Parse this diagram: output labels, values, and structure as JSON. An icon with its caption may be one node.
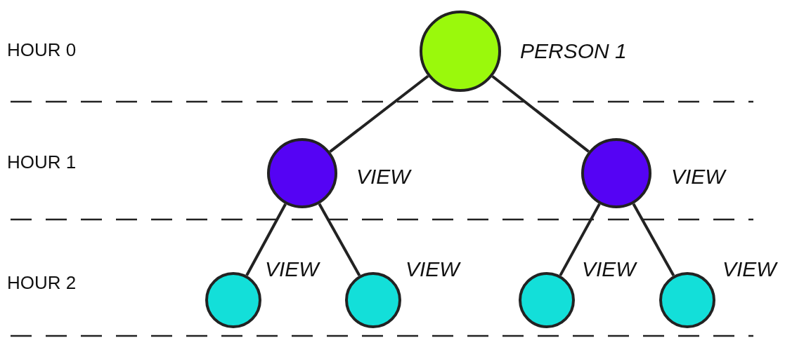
{
  "diagram": {
    "nodes": [
      {
        "text": [],
        "shape": "circle",
        "beside": [
          "PERSON 1"
        ]
      },
      {
        "text": [],
        "shape": "circle",
        "beside": [
          "VIEW"
        ]
      },
      {
        "text": [],
        "shape": "circle",
        "beside": [
          "VIEW"
        ]
      },
      {
        "text": [],
        "shape": "circle",
        "beside": [
          "VIEW"
        ]
      },
      {
        "text": [],
        "shape": "circle",
        "beside": [
          "VIEW"
        ]
      },
      {
        "text": [],
        "shape": "circle",
        "beside": [
          "VIEW"
        ]
      },
      {
        "text": [],
        "shape": "circle",
        "beside": [
          "VIEW"
        ]
      }
    ],
    "edges": [
      {
        "from": 0,
        "to": 1,
        "arrow": "none"
      },
      {
        "from": 0,
        "to": 2,
        "arrow": "none"
      },
      {
        "from": 1,
        "to": 3,
        "arrow": "none"
      },
      {
        "from": 1,
        "to": 4,
        "arrow": "none"
      },
      {
        "from": 2,
        "to": 5,
        "arrow": "none"
      },
      {
        "from": 2,
        "to": 6,
        "arrow": "none"
      }
    ],
    "labels": [
      "HOUR 0",
      "HOUR 1",
      "HOUR 2"
    ]
  }
}
